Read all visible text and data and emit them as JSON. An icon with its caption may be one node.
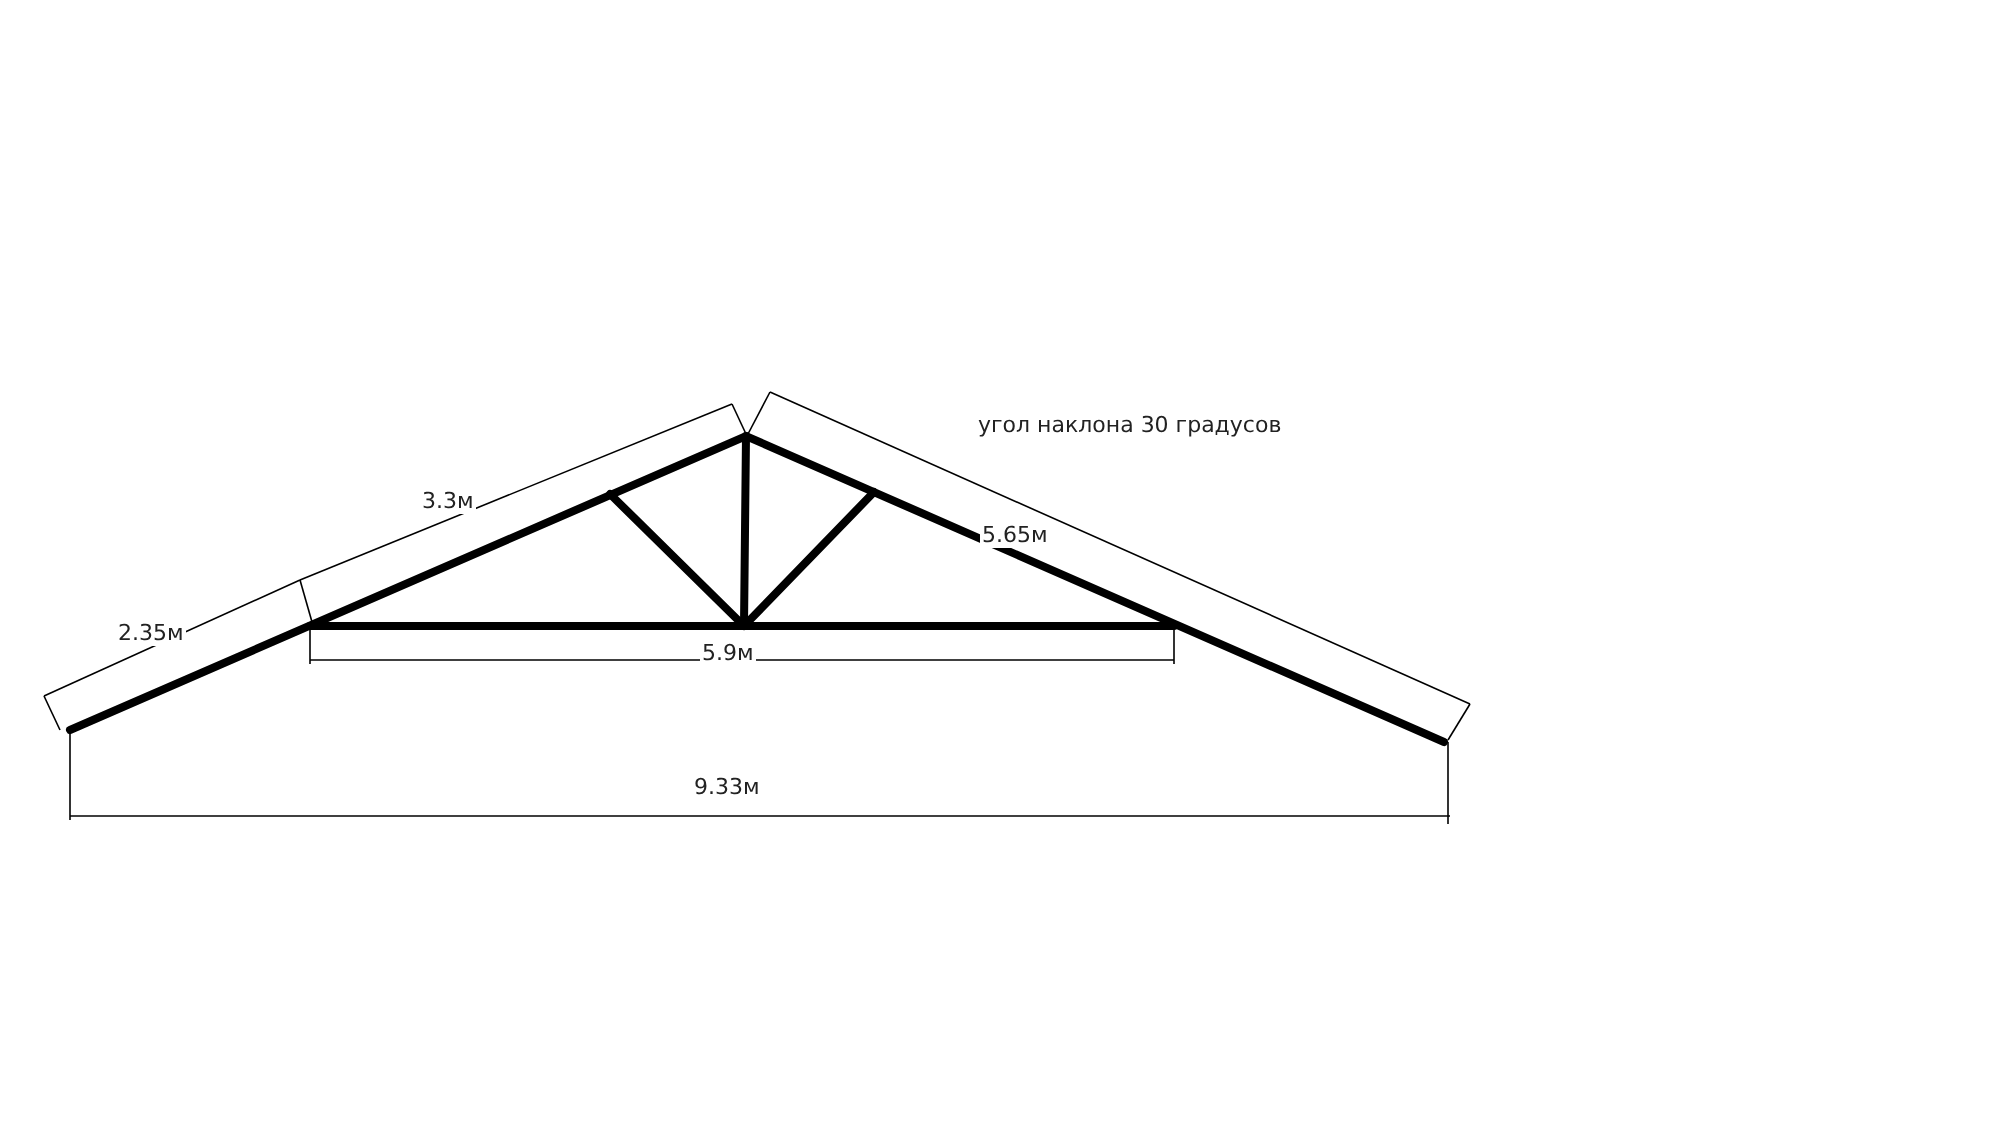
{
  "diagram": {
    "labels": [
      "угол наклона 30 градусов",
      "3.3м",
      "5.65м",
      "2.35м",
      "5.9м",
      "9.33м"
    ]
  }
}
